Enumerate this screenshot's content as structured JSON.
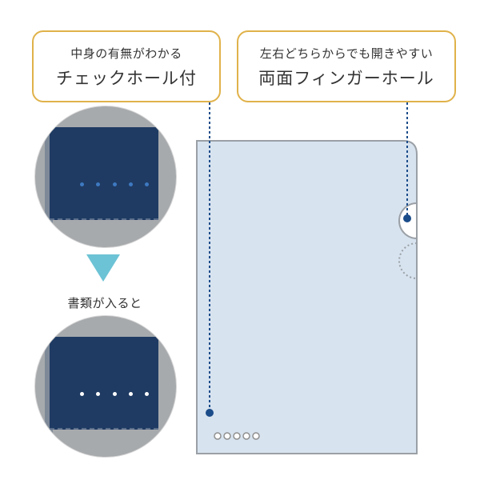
{
  "callouts": {
    "left": {
      "line1": "中身の有無がわかる",
      "line2": "チェックホール付"
    },
    "right": {
      "line1": "左右どちらからでも開きやすい",
      "line2": "両面フィンガーホール"
    }
  },
  "caption": "書類が入ると",
  "colors": {
    "callout_border": "#e0b24a",
    "navy": "#1f3b63",
    "arrow": "#6cc3d5",
    "folder_fill": "#d7e3ef",
    "folder_border": "#9aa0a6",
    "leader": "#1b4c8a"
  },
  "icons": {
    "indicator_arrow": "triangle-down-icon",
    "hole_markers": "check-hole-icon"
  }
}
